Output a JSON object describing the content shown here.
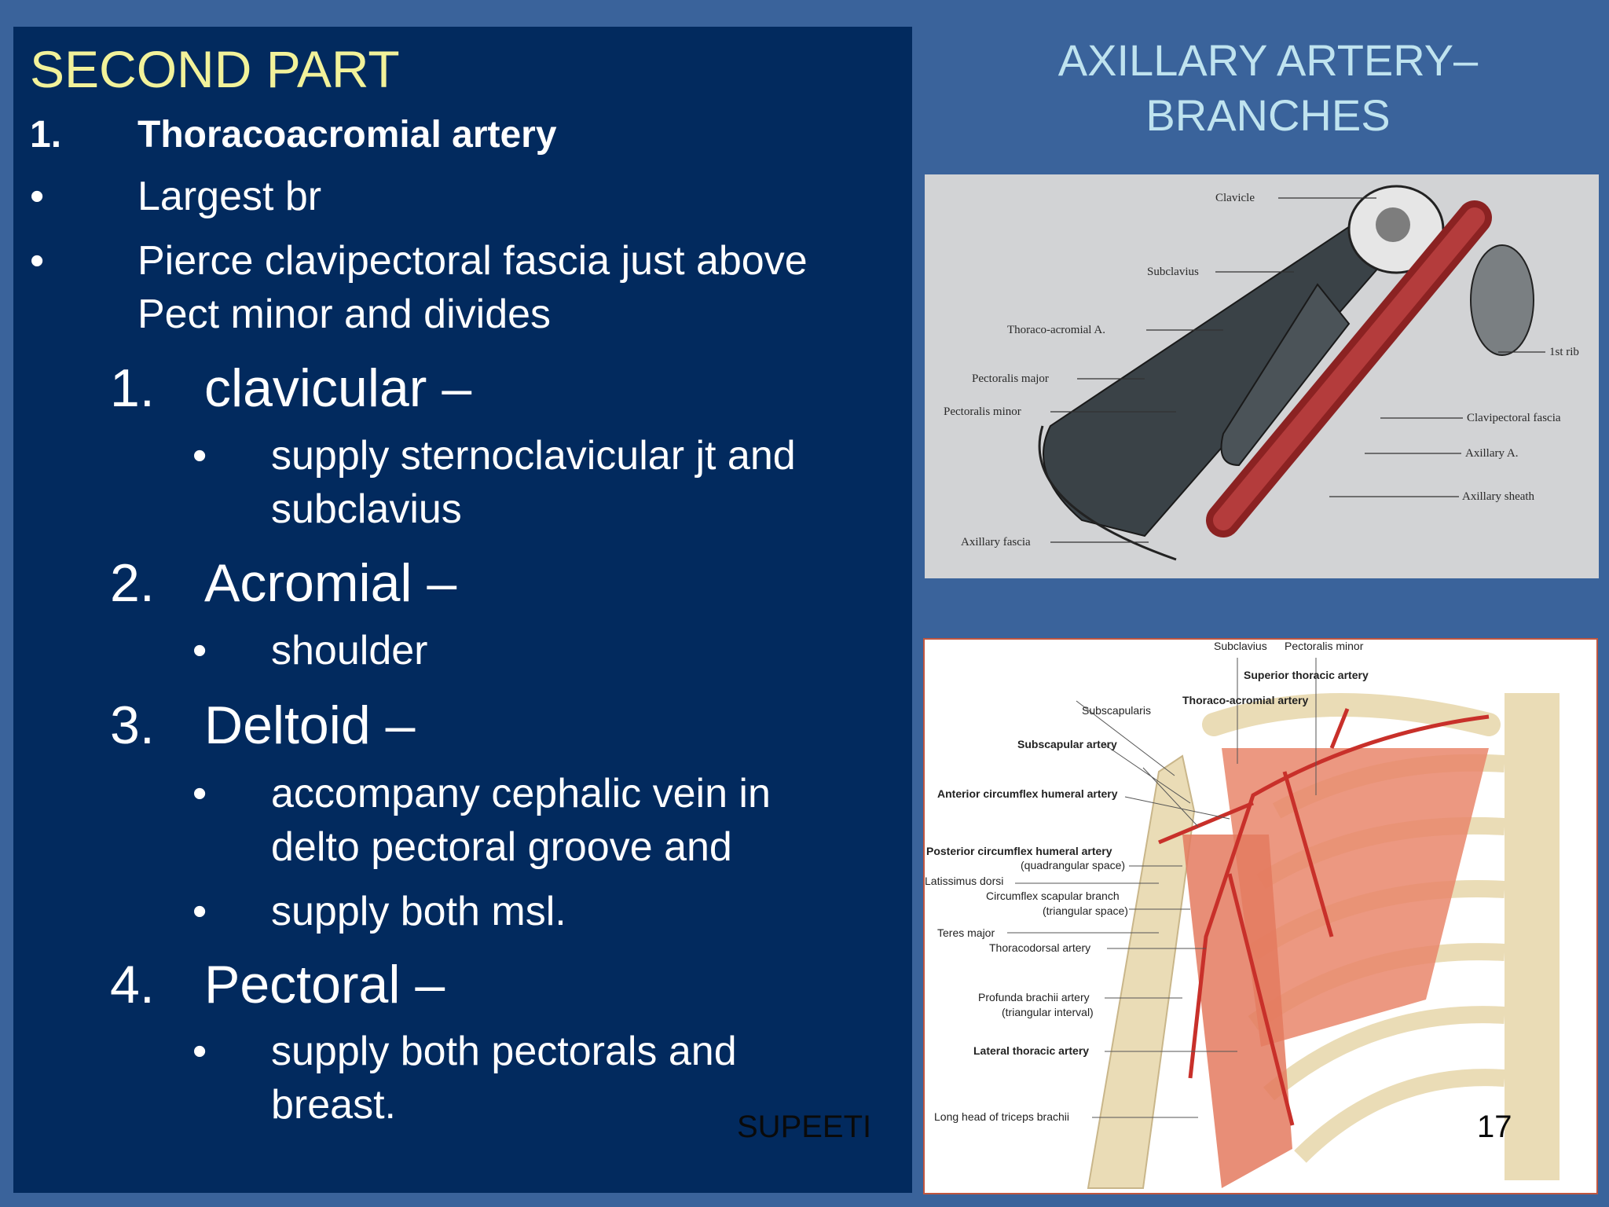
{
  "slide": {
    "title": "SECOND PART",
    "artery_heading": {
      "num": "1.",
      "text": "Thoracoacromial artery"
    },
    "bullets": [
      {
        "mark": "•",
        "lines": [
          "Largest br"
        ]
      },
      {
        "mark": "•",
        "lines": [
          "Pierce clavipectoral fascia just above",
          "Pect minor and divides"
        ]
      }
    ],
    "branches": [
      {
        "num": "1.",
        "name": "clavicular –",
        "subs": [
          {
            "mark": "•",
            "lines": [
              "supply sternoclavicular jt and",
              "subclavius"
            ]
          }
        ]
      },
      {
        "num": "2.",
        "name": "Acromial –",
        "subs": [
          {
            "mark": "•",
            "lines": [
              "shoulder"
            ]
          }
        ]
      },
      {
        "num": "3.",
        "name": "Deltoid –",
        "subs": [
          {
            "mark": "•",
            "lines": [
              "accompany cephalic vein in",
              "delto pectoral groove and"
            ]
          },
          {
            "mark": "•",
            "lines": [
              "supply both msl."
            ]
          }
        ]
      },
      {
        "num": "4.",
        "name": "Pectoral –",
        "subs": [
          {
            "mark": "•",
            "lines": [
              "supply both pectorals and",
              "breast."
            ]
          }
        ]
      }
    ],
    "footer_author": "SUPEETI",
    "page_number": "17",
    "right_title": [
      "AXILLARY ARTERY–",
      "BRANCHES"
    ]
  },
  "figure_top": {
    "labels": {
      "clavicle": "Clavicle",
      "subclavius": "Subclavius",
      "thoraco_acromial": "Thoraco-acromial A.",
      "pect_major": "Pectoralis major",
      "pect_minor": "Pectoralis minor",
      "first_rib": "1st rib",
      "clavipectoral_fascia": "Clavipectoral fascia",
      "axillary_a": "Axillary A.",
      "axillary_sheath": "Axillary sheath",
      "axillary_fascia": "Axillary fascia"
    }
  },
  "figure_bottom": {
    "labels": {
      "subclavius": "Subclavius",
      "pect_minor": "Pectoralis minor",
      "superior_thoracic": "Superior thoracic artery",
      "thoraco_acromial": "Thoraco-acromial artery",
      "subscapularis": "Subscapularis",
      "subscapular_artery": "Subscapular artery",
      "ant_circumflex": "Anterior circumflex humeral artery",
      "post_circumflex": "Posterior circumflex humeral artery",
      "quadrangular": "(quadrangular space)",
      "latissimus": "Latissimus dorsi",
      "circumflex_scapular": "Circumflex scapular branch",
      "triangular_space": "(triangular space)",
      "teres_major": "Teres major",
      "thoracodorsal": "Thoracodorsal artery",
      "profunda": "Profunda brachii artery",
      "triangular_interval": "(triangular interval)",
      "lateral_thoracic": "Lateral thoracic artery",
      "long_head": "Long head of triceps brachii"
    }
  }
}
